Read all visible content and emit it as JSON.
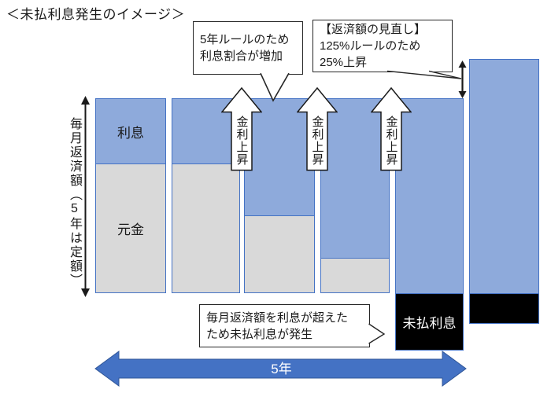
{
  "title": "＜未払利息発生のイメージ＞",
  "left_axis": {
    "label": "毎月返済額（5年は定額）"
  },
  "timeline": {
    "label": "5年"
  },
  "bars": {
    "interest_label": "利息",
    "principal_label": "元金",
    "unpaid_label": "未払利息"
  },
  "rate_arrows": {
    "label": "金利上昇"
  },
  "callouts": {
    "five_year_rule": {
      "line1": "5年ルールのため",
      "line2": "利息割合が増加"
    },
    "repayment_review": {
      "line1": "【返済額の見直し】",
      "line2": "125%ルールのため",
      "line3": "25%上昇"
    },
    "unpaid_occurs": {
      "line1": "毎月返済額を利息が超えた",
      "line2": "ため未払利息が発生"
    }
  },
  "colors": {
    "bar_fill_blue": "#8EAADB",
    "bar_border_blue": "#4472C4",
    "principal_gray": "#D9D9D9",
    "unpaid_black": "#000000",
    "timeline_blue": "#4472C4"
  }
}
